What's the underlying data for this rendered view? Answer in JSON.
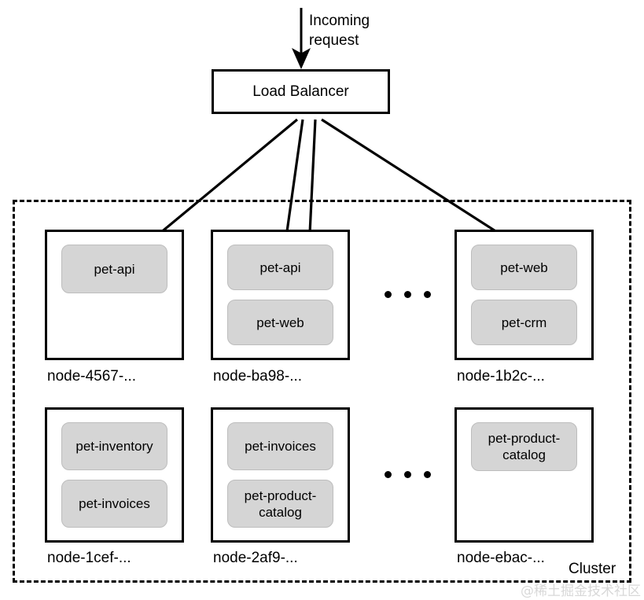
{
  "diagram": {
    "incoming_label": "Incoming\nrequest",
    "load_balancer_label": "Load Balancer",
    "cluster_label": "Cluster",
    "watermark": "@稀土掘金技术社区",
    "ellipsis_dot": "",
    "colors": {
      "pod_fill": "#d5d5d5",
      "pod_border": "#bdbdbd",
      "node_border": "#000000",
      "cluster_border": "#000000",
      "arrow": "#000000",
      "background": "#ffffff",
      "watermark": "#d8d8d8"
    },
    "nodes": [
      {
        "id": "node-4567",
        "label": "node-4567-...",
        "pods": [
          {
            "name": "pet-api"
          }
        ]
      },
      {
        "id": "node-ba98",
        "label": "node-ba98-...",
        "pods": [
          {
            "name": "pet-api"
          },
          {
            "name": "pet-web"
          }
        ]
      },
      {
        "id": "node-1b2c",
        "label": "node-1b2c-...",
        "pods": [
          {
            "name": "pet-web"
          },
          {
            "name": "pet-crm"
          }
        ]
      },
      {
        "id": "node-1cef",
        "label": "node-1cef-...",
        "pods": [
          {
            "name": "pet-inventory"
          },
          {
            "name": "pet-invoices"
          }
        ]
      },
      {
        "id": "node-2af9",
        "label": "node-2af9-...",
        "pods": [
          {
            "name": "pet-invoices"
          },
          {
            "name": "pet-product-\ncatalog"
          }
        ]
      },
      {
        "id": "node-ebac",
        "label": "node-ebac-...",
        "pods": [
          {
            "name": "pet-product-\ncatalog"
          }
        ]
      }
    ],
    "arrows": [
      {
        "from": "load-balancer",
        "to": "node-4567/pet-api"
      },
      {
        "from": "load-balancer",
        "to": "node-ba98/pet-api"
      },
      {
        "from": "load-balancer",
        "to": "node-ba98/pet-web"
      },
      {
        "from": "load-balancer",
        "to": "node-1b2c/pet-web"
      }
    ]
  }
}
